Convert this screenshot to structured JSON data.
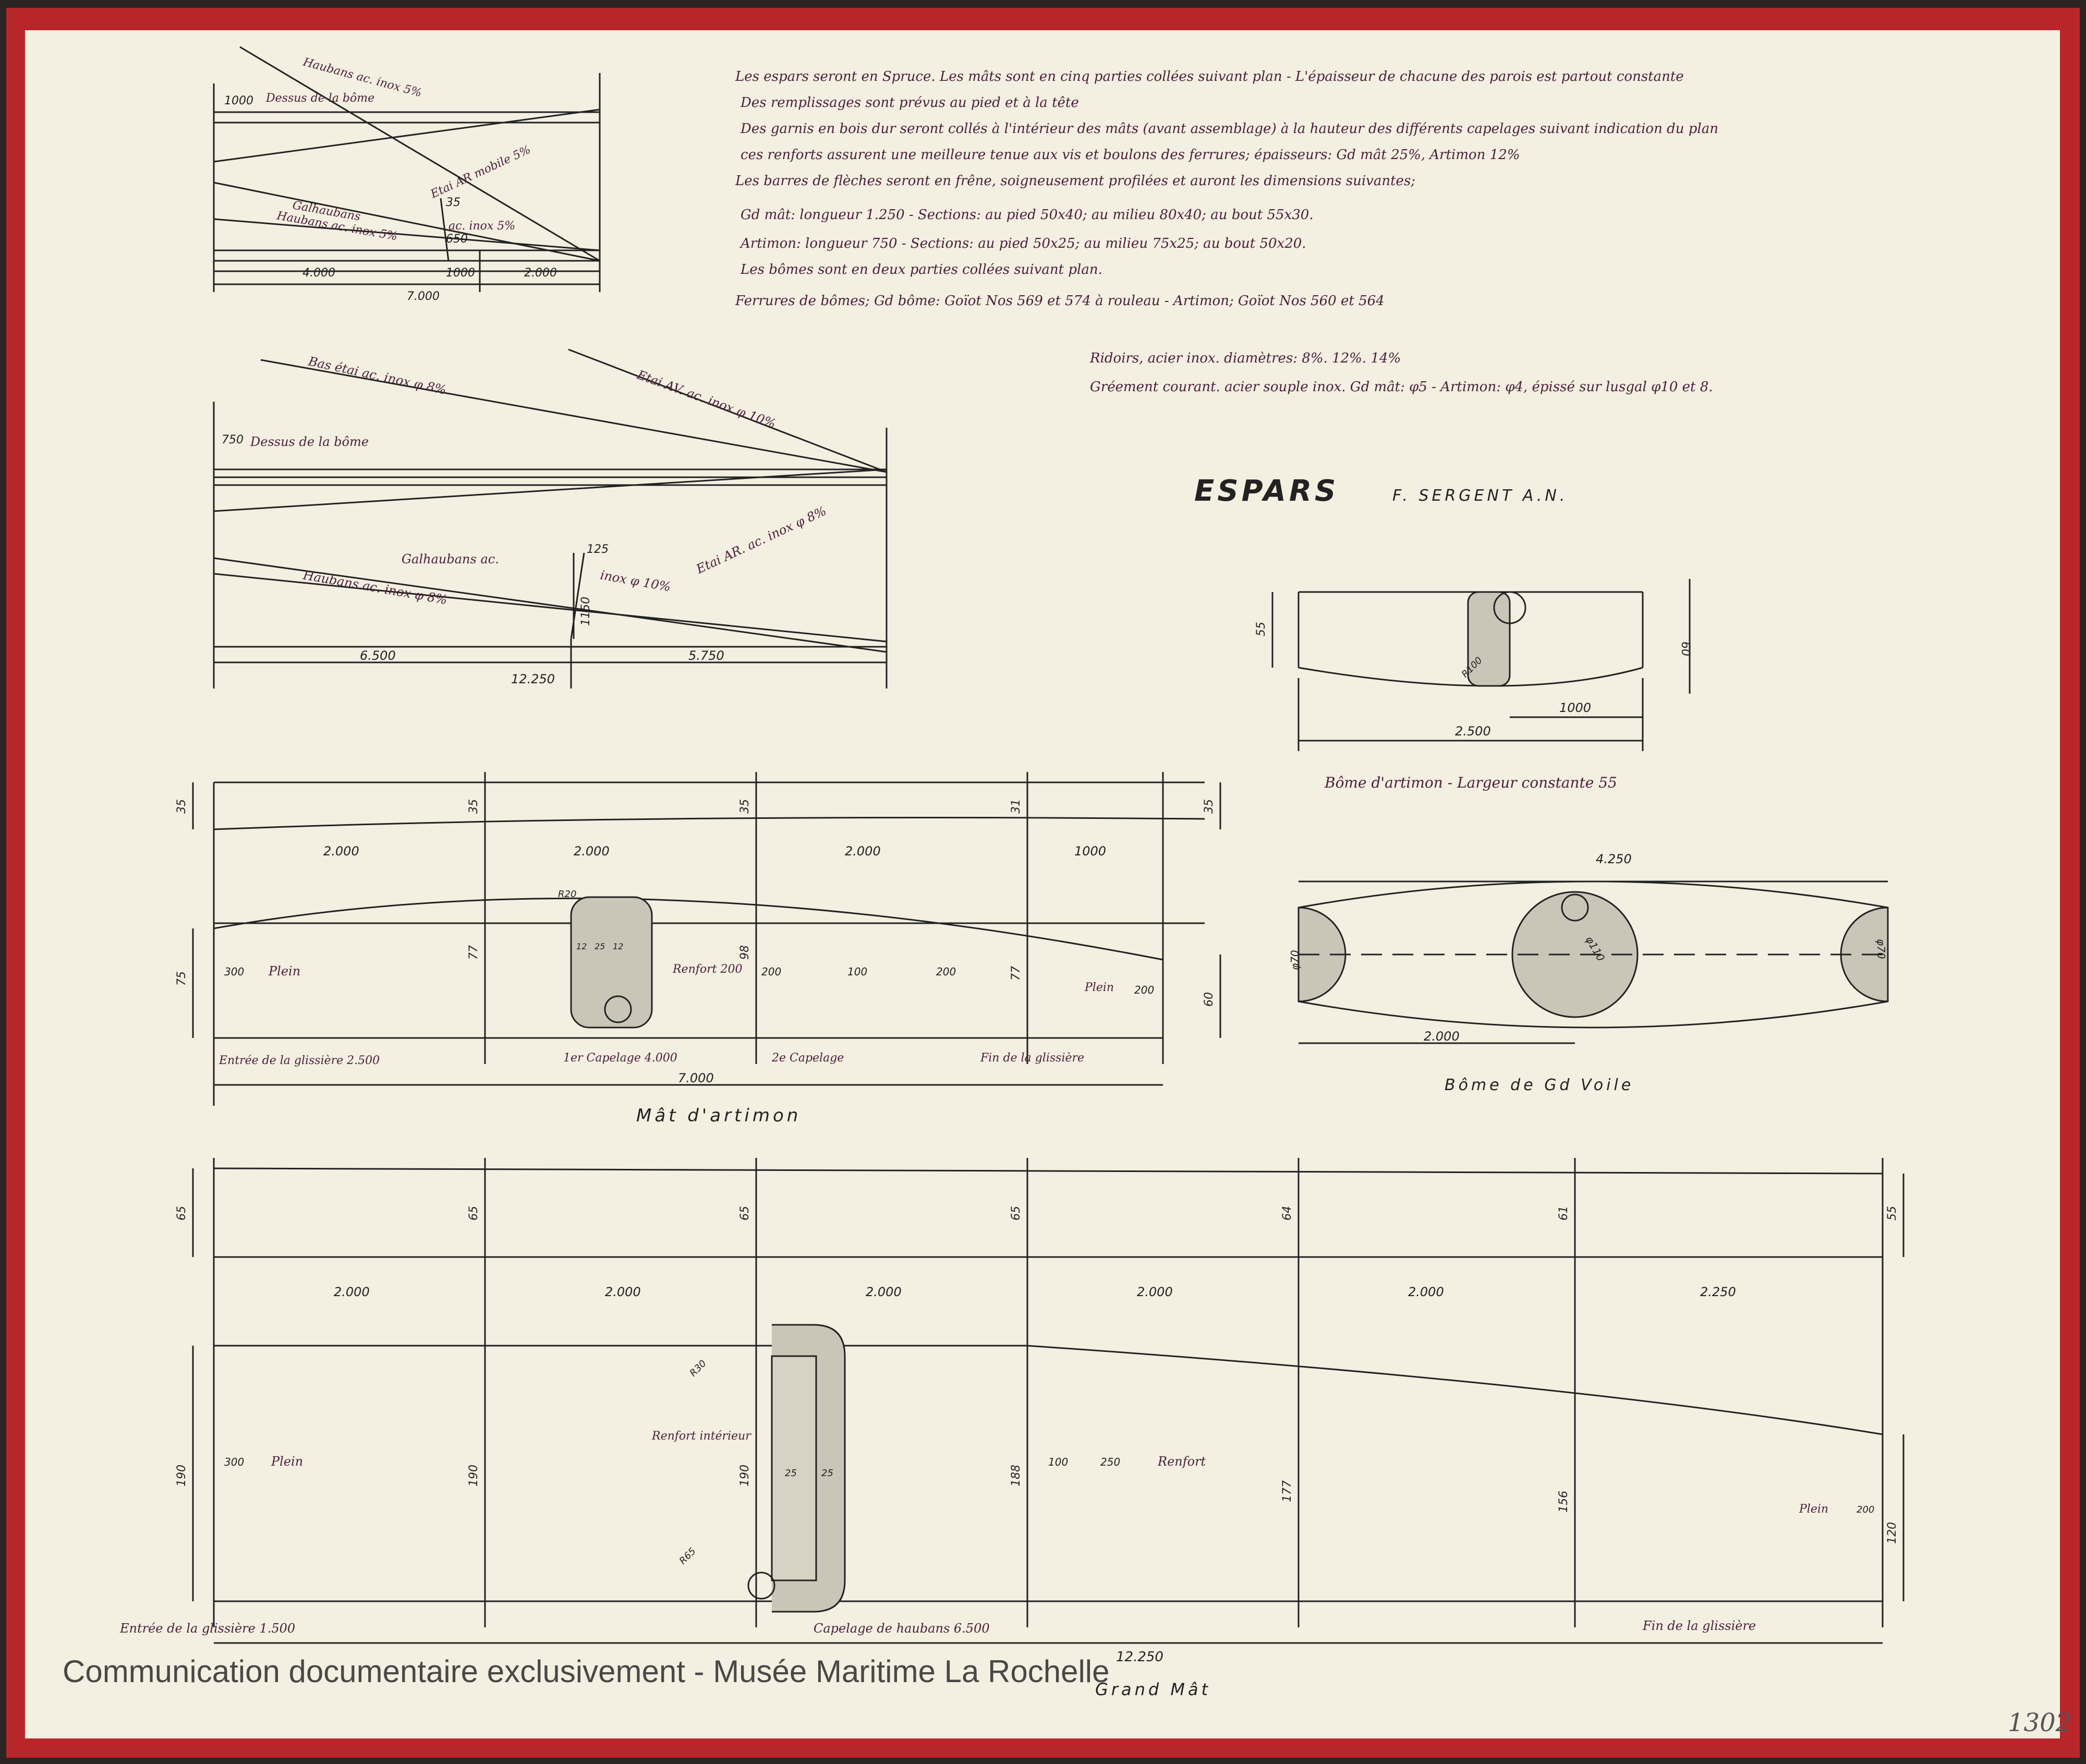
{
  "notes": [
    "Les espars seront en Spruce. Les mâts sont en cinq parties collées suivant plan - L'épaisseur de chacune des parois est partout constante",
    "Des remplissages sont prévus au pied et à la tête",
    "Des garnis en bois dur seront collés à l'intérieur des mâts (avant assemblage) à la hauteur des différents capelages suivant indication du plan",
    "ces renforts assurent une meilleure tenue aux vis et boulons des ferrures; épaisseurs: Gd mât 25%, Artimon 12%",
    "Les barres de flèches seront en frêne, soigneusement profilées et auront les dimensions suivantes;",
    "Gd mât: longueur 1.250 - Sections: au pied 50x40; au milieu 80x40; au bout 55x30.",
    "Artimon: longueur 750 - Sections: au pied 50x25; au milieu 75x25; au bout 50x20.",
    "Les bômes sont en deux parties collées suivant plan.",
    "Ferrures de bômes; Gd bôme: Goïot Nos 569 et 574 à rouleau - Artimon; Goïot Nos 560 et 564"
  ],
  "rigging": [
    "Ridoirs, acier inox. diamètres: 8%. 12%. 14%",
    "Gréement courant. acier souple inox. Gd mât: φ5 - Artimon: φ4, épissé sur lusgal φ10 et 8."
  ],
  "title": "ESPARS",
  "author": "F. SERGENT A.N.",
  "diagram1": {
    "labels": [
      "Haubans ac. inox 5%",
      "Dessus de la bôme",
      "Etai AR mobile 5%",
      "Galhaubans",
      "Haubans ac. inox 5%",
      "ac. inox 5%"
    ],
    "dims": [
      "1000",
      "35",
      "650",
      "4.000",
      "1000",
      "2.000",
      "7.000"
    ]
  },
  "diagram2": {
    "labels": [
      "Bas étai ac. inox φ 8%",
      "Etai AV. ac. inox φ 10%",
      "Dessus de la bôme",
      "Etai AR. ac. inox φ 8%",
      "Galhaubans ac.",
      "inox φ 10%",
      "Haubans ac. inox φ 8%"
    ],
    "dims": [
      "750",
      "125",
      "1150",
      "6.500",
      "5.750",
      "12.250"
    ]
  },
  "boom_mizzen": {
    "caption": "Bôme d'artimon - Largeur constante 55",
    "dims": [
      "55",
      "60",
      "1000",
      "2.500",
      "R100"
    ]
  },
  "boom_main": {
    "caption": "Bôme de Gd Voile",
    "dims": [
      "4.250",
      "2.000",
      "φ70",
      "φ110",
      "φ70"
    ]
  },
  "mizzen_mast": {
    "caption": "Mât d'artimon",
    "top_dims": [
      "35",
      "35",
      "35",
      "31",
      "35"
    ],
    "spacing": [
      "2.000",
      "2.000",
      "2.000",
      "1000"
    ],
    "side_dims": [
      "75",
      "77",
      "98",
      "77",
      "60"
    ],
    "labels": [
      "300",
      "Plein",
      "Renfort 200",
      "200",
      "100",
      "200",
      "Plein",
      "200",
      "R20",
      "12",
      "25",
      "12"
    ],
    "bottom": [
      "Entrée de la glissière 2.500",
      "1er Capelage 4.000",
      "2e Capelage",
      "Fin de la glissière",
      "7.000"
    ]
  },
  "main_mast": {
    "top_dims": [
      "65",
      "65",
      "65",
      "65",
      "64",
      "61",
      "55"
    ],
    "spacing": [
      "2.000",
      "2.000",
      "2.000",
      "2.000",
      "2.000",
      "2.250"
    ],
    "side_dims": [
      "190",
      "190",
      "190",
      "188",
      "177",
      "156",
      "120"
    ],
    "labels": [
      "300",
      "Plein",
      "Renfort intérieur",
      "R30",
      "25",
      "25",
      "100",
      "250",
      "Renfort",
      "Plein",
      "200",
      "R65"
    ],
    "bottom": [
      "Entrée de la glissière 1.500",
      "Capelage de haubans 6.500",
      "Fin de la glissière",
      "12.250",
      "Grand Mât"
    ]
  },
  "watermark": "Communication documentaire exclusivement - Musée Maritime La Rochelle",
  "sheet_number": "1302"
}
